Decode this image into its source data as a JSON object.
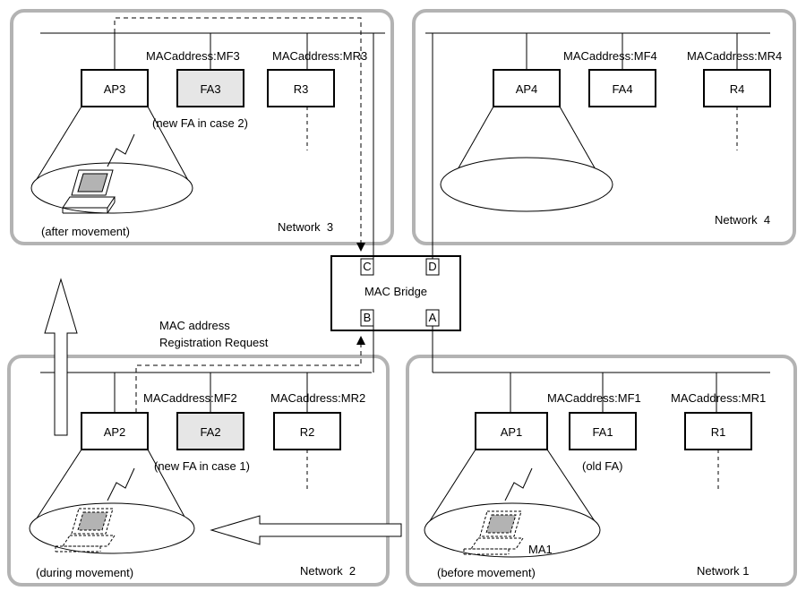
{
  "networks": {
    "n3": {
      "name": "Network  3",
      "ap": "AP3",
      "fa": "FA3",
      "router": "R3",
      "fa_mac": "MACaddress:MF3",
      "router_mac": "MACaddress:MR3",
      "fa_note": "(new FA in case 2)",
      "host_note": "(after movement)"
    },
    "n4": {
      "name": "Network  4",
      "ap": "AP4",
      "fa": "FA4",
      "router": "R4",
      "fa_mac": "MACaddress:MF4",
      "router_mac": "MACaddress:MR4"
    },
    "n2": {
      "name": "Network  2",
      "ap": "AP2",
      "fa": "FA2",
      "router": "R2",
      "fa_mac": "MACaddress:MF2",
      "router_mac": "MACaddress:MR2",
      "fa_note": "(new FA in case 1)",
      "host_note": "(during movement)"
    },
    "n1": {
      "name": "Network 1",
      "ap": "AP1",
      "fa": "FA1",
      "router": "R1",
      "fa_mac": "MACaddress:MF1",
      "router_mac": "MACaddress:MR1",
      "fa_note": "(old FA)",
      "host_note": "(before movement)",
      "host_label": "MA1"
    }
  },
  "bridge": {
    "title": "MAC Bridge",
    "ports": {
      "a": "A",
      "b": "B",
      "c": "C",
      "d": "D"
    }
  },
  "registration": {
    "line1": "MAC address",
    "line2": "Registration Request"
  },
  "colors": {
    "network_border": "#b3b3b3",
    "fa_fill": "#e6e6e6",
    "screen_fill": "#b3b3b3"
  }
}
